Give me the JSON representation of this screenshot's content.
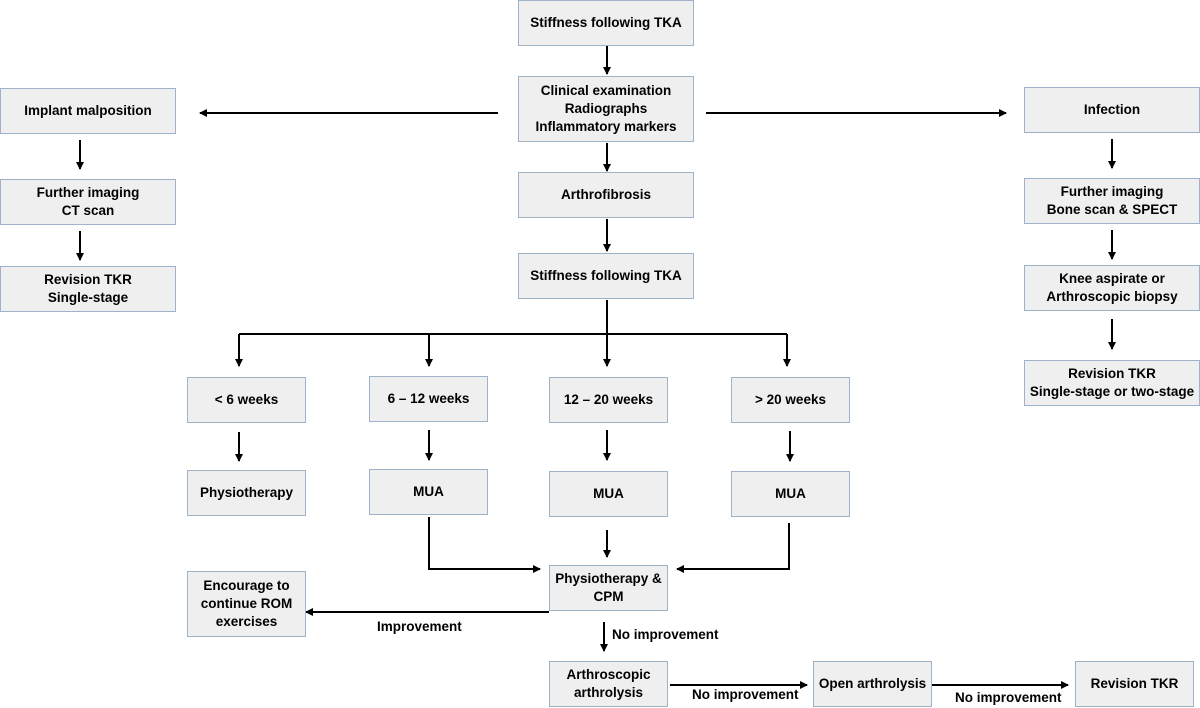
{
  "nodes": {
    "stiffness_top": [
      "Stiffness following TKA"
    ],
    "clinical_exam": [
      "Clinical examination",
      "Radiographs",
      "Inflammatory markers"
    ],
    "implant_malposition": [
      "Implant malposition"
    ],
    "infection": [
      "Infection"
    ],
    "arthrofibrosis": [
      "Arthrofibrosis"
    ],
    "stiffness_mid": [
      "Stiffness following TKA"
    ],
    "further_imaging_ct": [
      "Further imaging",
      "CT scan"
    ],
    "revision_single": [
      "Revision TKR",
      "Single-stage"
    ],
    "further_imaging_bone": [
      "Further imaging",
      "Bone scan & SPECT"
    ],
    "knee_aspirate": [
      "Knee aspirate or",
      "Arthroscopic biopsy"
    ],
    "revision_single_two": [
      "Revision TKR",
      "Single-stage or two-stage"
    ],
    "lt6": [
      "< 6 weeks"
    ],
    "w6_12": [
      "6 – 12 weeks"
    ],
    "w12_20": [
      "12 – 20 weeks"
    ],
    "gt20": [
      "> 20 weeks"
    ],
    "physio_lt6": [
      "Physiotherapy"
    ],
    "mua_1": [
      "MUA"
    ],
    "mua_2": [
      "MUA"
    ],
    "mua_3": [
      "MUA"
    ],
    "physio_cpm": [
      "Physiotherapy &",
      "CPM"
    ],
    "encourage": [
      "Encourage to",
      "continue ROM",
      "exercises"
    ],
    "arthroscopic": [
      "Arthroscopic",
      "arthrolysis"
    ],
    "open_arthrolysis": [
      "Open arthrolysis"
    ],
    "revision_final": [
      "Revision TKR"
    ]
  },
  "labels": {
    "improvement": "Improvement",
    "no_improvement_1": "No improvement",
    "no_improvement_2": "No improvement",
    "no_improvement_3": "No improvement"
  },
  "colors": {
    "box_fill": "#efefef",
    "box_border": "#9fb3c8",
    "arrow": "#000000"
  }
}
